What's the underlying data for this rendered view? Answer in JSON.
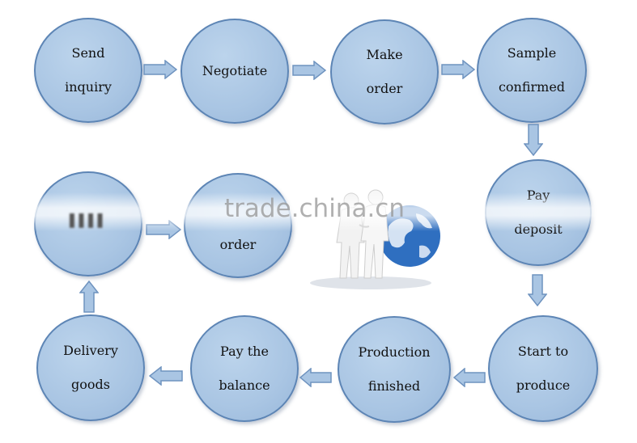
{
  "nodes": {
    "send_inquiry": [
      "Send",
      "inquiry"
    ],
    "negotiate": [
      "Negotiate"
    ],
    "make_order": [
      "Make",
      "order"
    ],
    "sample_confirmed": [
      "Sample",
      "confirmed"
    ],
    "pay_deposit": [
      "Pay",
      "deposit"
    ],
    "start_to_produce": [
      "Start to",
      "produce"
    ],
    "production_finished": [
      "Production",
      "finished"
    ],
    "pay_balance": [
      "Pay the",
      "balance"
    ],
    "delivery_goods": [
      "Delivery",
      "goods"
    ],
    "order": [
      "order"
    ]
  },
  "watermark": "trade.china.cn",
  "colors": {
    "node_fill": "#a9c5e3",
    "node_border": "#5d85b5",
    "arrow_fill": "#a9c5e3",
    "arrow_stroke": "#6f93bf",
    "globe": "#2f6fc0"
  }
}
